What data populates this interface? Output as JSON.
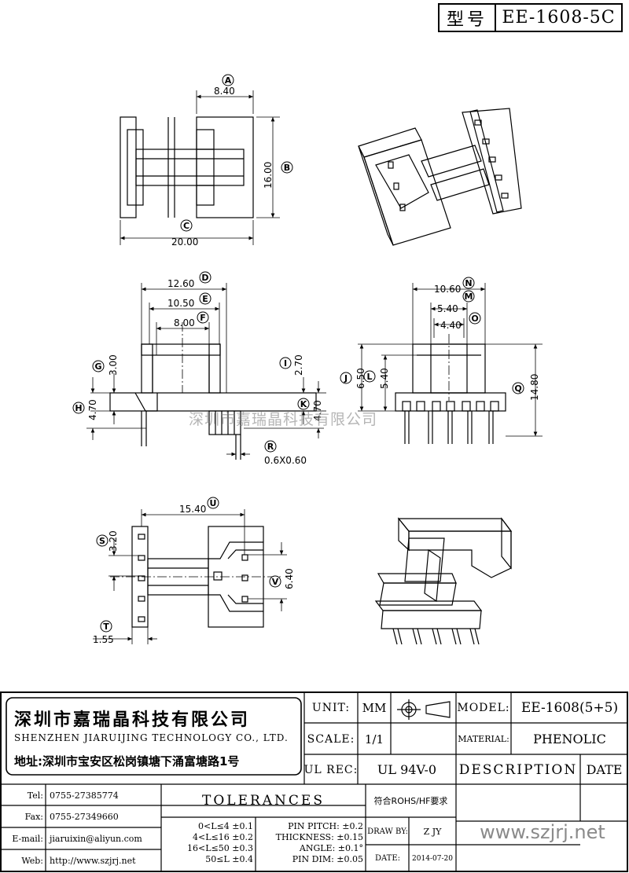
{
  "header": {
    "model_label": "型号",
    "model_value": "EE-1608-5C"
  },
  "dims": {
    "A": {
      "tag": "A",
      "value": "8.40"
    },
    "B": {
      "tag": "B",
      "value": "16.00"
    },
    "C": {
      "tag": "C",
      "value": "20.00"
    },
    "D": {
      "tag": "D",
      "value": "12.60"
    },
    "E": {
      "tag": "E",
      "value": "10.50"
    },
    "F": {
      "tag": "F",
      "value": "8.00"
    },
    "G": {
      "tag": "G",
      "value": "3.00"
    },
    "H": {
      "tag": "H",
      "value": "4.70"
    },
    "I": {
      "tag": "I",
      "value": "2.70"
    },
    "K": {
      "tag": "K",
      "value": "4.70"
    },
    "R": {
      "tag": "R",
      "value": "0.6X0.60"
    },
    "N": {
      "tag": "N",
      "value": "10.60"
    },
    "M": {
      "tag": "M",
      "value": "5.40"
    },
    "O": {
      "tag": "O",
      "value": "4.40"
    },
    "J": {
      "tag": "J",
      "value": "6.50"
    },
    "L": {
      "tag": "L",
      "value": "5.40"
    },
    "Q": {
      "tag": "Q",
      "value": "14.80"
    },
    "U": {
      "tag": "U",
      "value": "15.40"
    },
    "S": {
      "tag": "S",
      "value": "3.20"
    },
    "V": {
      "tag": "V",
      "value": "6.40"
    },
    "T": {
      "tag": "T",
      "value": "1.55"
    }
  },
  "watermark": "深圳市嘉瑞晶科技有限公司",
  "company": {
    "name_cn": "深圳市嘉瑞晶科技有限公司",
    "name_en": "SHENZHEN JIARUIJING TECHNOLOGY CO., LTD.",
    "address": "地址:深圳市宝安区松岗镇塘下涌富塘路1号"
  },
  "contacts": [
    {
      "label": "Tel:",
      "value": "0755-27385774"
    },
    {
      "label": "Fax:",
      "value": "0755-27349660"
    },
    {
      "label": "E-mail:",
      "value": "jiaruixin@aliyun.com"
    },
    {
      "label": "Web:",
      "value": "http://www.szjrj.net"
    }
  ],
  "spec": {
    "unit_label": "UNIT:",
    "unit_value": "MM",
    "scale_label": "SCALE:",
    "scale_value": "1/1",
    "ulrec_label": "UL REC:",
    "ulrec_value": "UL 94V-0",
    "model_label": "MODEL:",
    "model_value": "EE-1608(5+5)",
    "material_label": "MATERIAL:",
    "material_value": "PHENOLIC",
    "description": "DESCRIPTION",
    "date_header": "DATE"
  },
  "tolerances": {
    "title": "TOLERANCES",
    "rows_left": [
      "0<L≤4 ±0.1",
      "4<L≤16 ±0.2",
      "16<L≤50 ±0.3",
      "50≤L ±0.4"
    ],
    "rows_right": [
      "PIN PITCH: ±0.2",
      "THICKNESS: ±0.15",
      "ANGLE: ±0.1°",
      "PIN DIM: ±0.05"
    ]
  },
  "rohs": "符合ROHS/HF要求",
  "draw_by_label": "DRAW BY:",
  "draw_by_value": "Z JY",
  "date_label": "DATE:",
  "date_value": "2014-07-20",
  "site": "www.szjrj.net"
}
